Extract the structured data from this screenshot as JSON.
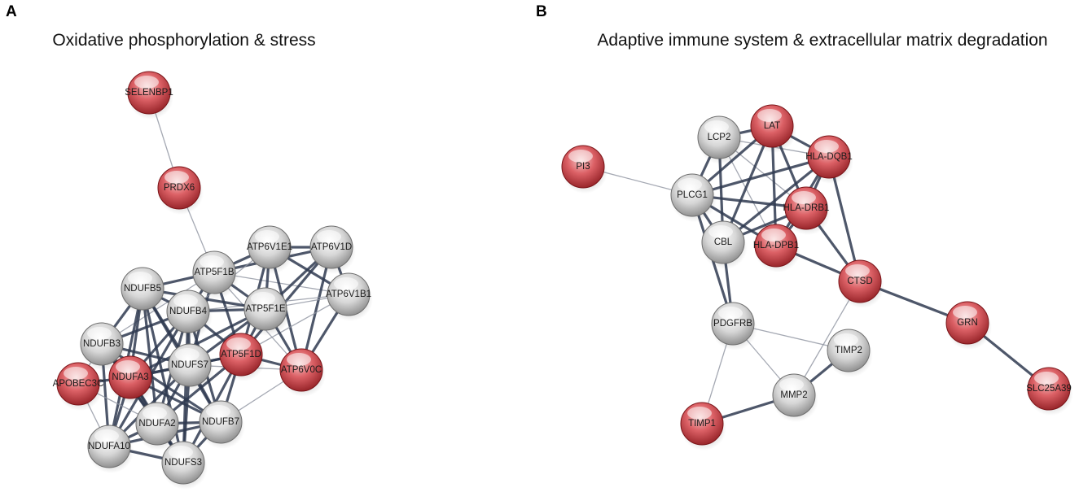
{
  "colors": {
    "highlighted": "#d9535a",
    "default": "#cfcfcf",
    "edge": "#2f3950"
  },
  "panels": [
    {
      "id": "A",
      "letter": "A",
      "title": "Oxidative phosphorylation & stress",
      "nodes": [
        {
          "id": "SELENBP1",
          "label": "SELENBP1",
          "highlighted": true
        },
        {
          "id": "PRDX6",
          "label": "PRDX6",
          "highlighted": true
        },
        {
          "id": "ATP6V1E1",
          "label": "ATP6V1E1",
          "highlighted": false
        },
        {
          "id": "ATP6V1D",
          "label": "ATP6V1D",
          "highlighted": false
        },
        {
          "id": "ATP5F1B",
          "label": "ATP5F1B",
          "highlighted": false
        },
        {
          "id": "NDUFB5",
          "label": "NDUFB5",
          "highlighted": false
        },
        {
          "id": "ATP6V1B1",
          "label": "ATP6V1B1",
          "highlighted": false
        },
        {
          "id": "NDUFB4",
          "label": "NDUFB4",
          "highlighted": false
        },
        {
          "id": "ATP5F1E",
          "label": "ATP5F1E",
          "highlighted": false
        },
        {
          "id": "NDUFB3",
          "label": "NDUFB3",
          "highlighted": false
        },
        {
          "id": "ATP5F1D",
          "label": "ATP5F1D",
          "highlighted": true
        },
        {
          "id": "ATP6V0C",
          "label": "ATP6V0C",
          "highlighted": true
        },
        {
          "id": "NDUFS7",
          "label": "NDUFS7",
          "highlighted": false
        },
        {
          "id": "APOBEC3C",
          "label": "APOBEC3C",
          "highlighted": true
        },
        {
          "id": "NDUFA3",
          "label": "NDUFA3",
          "highlighted": true
        },
        {
          "id": "NDUFA2",
          "label": "NDUFA2",
          "highlighted": false
        },
        {
          "id": "NDUFB7",
          "label": "NDUFB7",
          "highlighted": false
        },
        {
          "id": "NDUFA10",
          "label": "NDUFA10",
          "highlighted": false
        },
        {
          "id": "NDUFS3",
          "label": "NDUFS3",
          "highlighted": false
        }
      ],
      "edges": [
        {
          "source": "SELENBP1",
          "target": "PRDX6",
          "weight": "thin"
        },
        {
          "source": "PRDX6",
          "target": "ATP5F1B",
          "weight": "thin"
        },
        {
          "source": "ATP5F1B",
          "target": "ATP6V1E1",
          "weight": "thick"
        },
        {
          "source": "ATP5F1B",
          "target": "ATP6V1D",
          "weight": "thick"
        },
        {
          "source": "ATP5F1B",
          "target": "NDUFB5",
          "weight": "thick"
        },
        {
          "source": "ATP5F1B",
          "target": "NDUFB4",
          "weight": "thick"
        },
        {
          "source": "ATP5F1B",
          "target": "ATP5F1E",
          "weight": "thick"
        },
        {
          "source": "ATP5F1B",
          "target": "ATP5F1D",
          "weight": "thick"
        },
        {
          "source": "ATP5F1B",
          "target": "NDUFS7",
          "weight": "thick"
        },
        {
          "source": "ATP5F1B",
          "target": "NDUFB3",
          "weight": "thin"
        },
        {
          "source": "ATP5F1B",
          "target": "ATP6V1B1",
          "weight": "thin"
        },
        {
          "source": "ATP5F1B",
          "target": "ATP6V0C",
          "weight": "thin"
        },
        {
          "source": "ATP6V1E1",
          "target": "ATP6V1D",
          "weight": "thick"
        },
        {
          "source": "ATP6V1E1",
          "target": "ATP6V1B1",
          "weight": "thick"
        },
        {
          "source": "ATP6V1E1",
          "target": "ATP6V0C",
          "weight": "thick"
        },
        {
          "source": "ATP6V1E1",
          "target": "ATP5F1E",
          "weight": "thick"
        },
        {
          "source": "ATP6V1E1",
          "target": "ATP5F1D",
          "weight": "thick"
        },
        {
          "source": "ATP6V1E1",
          "target": "NDUFB4",
          "weight": "thin"
        },
        {
          "source": "ATP6V1D",
          "target": "ATP6V1B1",
          "weight": "thick"
        },
        {
          "source": "ATP6V1D",
          "target": "ATP6V0C",
          "weight": "thick"
        },
        {
          "source": "ATP6V1D",
          "target": "ATP5F1E",
          "weight": "thick"
        },
        {
          "source": "ATP6V1D",
          "target": "ATP5F1D",
          "weight": "thick"
        },
        {
          "source": "ATP6V1B1",
          "target": "ATP6V0C",
          "weight": "thick"
        },
        {
          "source": "ATP6V1B1",
          "target": "ATP5F1E",
          "weight": "thin"
        },
        {
          "source": "ATP6V1B1",
          "target": "ATP5F1D",
          "weight": "thin"
        },
        {
          "source": "ATP6V1B1",
          "target": "NDUFB4",
          "weight": "thin"
        },
        {
          "source": "ATP5F1E",
          "target": "ATP5F1D",
          "weight": "thick"
        },
        {
          "source": "ATP5F1E",
          "target": "ATP6V0C",
          "weight": "thick"
        },
        {
          "source": "ATP5F1E",
          "target": "NDUFB4",
          "weight": "thick"
        },
        {
          "source": "ATP5F1E",
          "target": "NDUFB5",
          "weight": "thick"
        },
        {
          "source": "ATP5F1E",
          "target": "NDUFS7",
          "weight": "thick"
        },
        {
          "source": "ATP5F1E",
          "target": "NDUFA3",
          "weight": "thick"
        },
        {
          "source": "ATP5F1D",
          "target": "ATP6V0C",
          "weight": "thick"
        },
        {
          "source": "ATP5F1D",
          "target": "NDUFS7",
          "weight": "thick"
        },
        {
          "source": "ATP5F1D",
          "target": "NDUFB4",
          "weight": "thick"
        },
        {
          "source": "ATP5F1D",
          "target": "NDUFA2",
          "weight": "thick"
        },
        {
          "source": "ATP5F1D",
          "target": "NDUFB7",
          "weight": "thick"
        },
        {
          "source": "ATP5F1D",
          "target": "NDUFA3",
          "weight": "thick"
        },
        {
          "source": "ATP5F1D",
          "target": "NDUFS3",
          "weight": "thick"
        },
        {
          "source": "ATP6V0C",
          "target": "NDUFB7",
          "weight": "thin"
        },
        {
          "source": "ATP6V0C",
          "target": "NDUFS7",
          "weight": "thin"
        },
        {
          "source": "NDUFB5",
          "target": "NDUFB4",
          "weight": "thick"
        },
        {
          "source": "NDUFB5",
          "target": "NDUFB3",
          "weight": "thick"
        },
        {
          "source": "NDUFB5",
          "target": "NDUFS7",
          "weight": "thick"
        },
        {
          "source": "NDUFB5",
          "target": "NDUFA3",
          "weight": "thick"
        },
        {
          "source": "NDUFB5",
          "target": "NDUFA2",
          "weight": "thick"
        },
        {
          "source": "NDUFB5",
          "target": "NDUFB7",
          "weight": "thick"
        },
        {
          "source": "NDUFB5",
          "target": "NDUFA10",
          "weight": "thick"
        },
        {
          "source": "NDUFB5",
          "target": "NDUFS3",
          "weight": "thick"
        },
        {
          "source": "NDUFB4",
          "target": "NDUFB3",
          "weight": "thick"
        },
        {
          "source": "NDUFB4",
          "target": "NDUFS7",
          "weight": "thick"
        },
        {
          "source": "NDUFB4",
          "target": "NDUFA3",
          "weight": "thick"
        },
        {
          "source": "NDUFB4",
          "target": "NDUFA2",
          "weight": "thick"
        },
        {
          "source": "NDUFB4",
          "target": "NDUFB7",
          "weight": "thick"
        },
        {
          "source": "NDUFB4",
          "target": "NDUFA10",
          "weight": "thick"
        },
        {
          "source": "NDUFB4",
          "target": "NDUFS3",
          "weight": "thick"
        },
        {
          "source": "NDUFB3",
          "target": "NDUFS7",
          "weight": "thick"
        },
        {
          "source": "NDUFB3",
          "target": "NDUFA3",
          "weight": "thick"
        },
        {
          "source": "NDUFB3",
          "target": "NDUFA2",
          "weight": "thick"
        },
        {
          "source": "NDUFB3",
          "target": "NDUFB7",
          "weight": "thick"
        },
        {
          "source": "NDUFB3",
          "target": "NDUFA10",
          "weight": "thick"
        },
        {
          "source": "NDUFB3",
          "target": "NDUFS3",
          "weight": "thick"
        },
        {
          "source": "NDUFB3",
          "target": "APOBEC3C",
          "weight": "thin"
        },
        {
          "source": "NDUFS7",
          "target": "NDUFA3",
          "weight": "thick"
        },
        {
          "source": "NDUFS7",
          "target": "NDUFA2",
          "weight": "thick"
        },
        {
          "source": "NDUFS7",
          "target": "NDUFB7",
          "weight": "thick"
        },
        {
          "source": "NDUFS7",
          "target": "NDUFA10",
          "weight": "thick"
        },
        {
          "source": "NDUFS7",
          "target": "NDUFS3",
          "weight": "thick"
        },
        {
          "source": "NDUFA3",
          "target": "APOBEC3C",
          "weight": "thick"
        },
        {
          "source": "NDUFA3",
          "target": "NDUFA2",
          "weight": "thick"
        },
        {
          "source": "NDUFA3",
          "target": "NDUFB7",
          "weight": "thick"
        },
        {
          "source": "NDUFA3",
          "target": "NDUFA10",
          "weight": "thick"
        },
        {
          "source": "NDUFA3",
          "target": "NDUFS3",
          "weight": "thick"
        },
        {
          "source": "APOBEC3C",
          "target": "NDUFA10",
          "weight": "thin"
        },
        {
          "source": "APOBEC3C",
          "target": "NDUFA2",
          "weight": "thin"
        },
        {
          "source": "NDUFA2",
          "target": "NDUFB7",
          "weight": "thick"
        },
        {
          "source": "NDUFA2",
          "target": "NDUFA10",
          "weight": "thick"
        },
        {
          "source": "NDUFA2",
          "target": "NDUFS3",
          "weight": "thick"
        },
        {
          "source": "NDUFB7",
          "target": "NDUFA10",
          "weight": "thick"
        },
        {
          "source": "NDUFB7",
          "target": "NDUFS3",
          "weight": "thick"
        },
        {
          "source": "NDUFA10",
          "target": "NDUFS3",
          "weight": "thick"
        }
      ]
    },
    {
      "id": "B",
      "letter": "B",
      "title": "Adaptive immune system & extracellular matrix degradation",
      "nodes": [
        {
          "id": "PI3",
          "label": "PI3",
          "highlighted": true
        },
        {
          "id": "LCP2",
          "label": "LCP2",
          "highlighted": false
        },
        {
          "id": "LAT",
          "label": "LAT",
          "highlighted": true
        },
        {
          "id": "HLA-DQB1",
          "label": "HLA-DQB1",
          "highlighted": true
        },
        {
          "id": "PLCG1",
          "label": "PLCG1",
          "highlighted": false
        },
        {
          "id": "HLA-DRB1",
          "label": "HLA-DRB1",
          "highlighted": true
        },
        {
          "id": "CBL",
          "label": "CBL",
          "highlighted": false
        },
        {
          "id": "HLA-DPB1",
          "label": "HLA-DPB1",
          "highlighted": true
        },
        {
          "id": "CTSD",
          "label": "CTSD",
          "highlighted": true
        },
        {
          "id": "GRN",
          "label": "GRN",
          "highlighted": true
        },
        {
          "id": "PDGFRB",
          "label": "PDGFRB",
          "highlighted": false
        },
        {
          "id": "TIMP2",
          "label": "TIMP2",
          "highlighted": false
        },
        {
          "id": "MMP2",
          "label": "MMP2",
          "highlighted": false
        },
        {
          "id": "SLC25A39",
          "label": "SLC25A39",
          "highlighted": true
        },
        {
          "id": "TIMP1",
          "label": "TIMP1",
          "highlighted": true
        }
      ],
      "edges": [
        {
          "source": "PI3",
          "target": "PLCG1",
          "weight": "thin"
        },
        {
          "source": "LCP2",
          "target": "LAT",
          "weight": "thick"
        },
        {
          "source": "LCP2",
          "target": "PLCG1",
          "weight": "thick"
        },
        {
          "source": "LCP2",
          "target": "CBL",
          "weight": "thick"
        },
        {
          "source": "LCP2",
          "target": "HLA-DQB1",
          "weight": "thin"
        },
        {
          "source": "LCP2",
          "target": "HLA-DRB1",
          "weight": "thin"
        },
        {
          "source": "LCP2",
          "target": "HLA-DPB1",
          "weight": "thin"
        },
        {
          "source": "LAT",
          "target": "PLCG1",
          "weight": "thick"
        },
        {
          "source": "LAT",
          "target": "CBL",
          "weight": "thick"
        },
        {
          "source": "LAT",
          "target": "HLA-DQB1",
          "weight": "thick"
        },
        {
          "source": "LAT",
          "target": "HLA-DRB1",
          "weight": "thick"
        },
        {
          "source": "LAT",
          "target": "HLA-DPB1",
          "weight": "thick"
        },
        {
          "source": "PLCG1",
          "target": "CBL",
          "weight": "thick"
        },
        {
          "source": "PLCG1",
          "target": "HLA-DQB1",
          "weight": "thick"
        },
        {
          "source": "PLCG1",
          "target": "HLA-DRB1",
          "weight": "thick"
        },
        {
          "source": "PLCG1",
          "target": "HLA-DPB1",
          "weight": "thick"
        },
        {
          "source": "PLCG1",
          "target": "PDGFRB",
          "weight": "thick"
        },
        {
          "source": "CBL",
          "target": "HLA-DQB1",
          "weight": "thick"
        },
        {
          "source": "CBL",
          "target": "HLA-DRB1",
          "weight": "thick"
        },
        {
          "source": "CBL",
          "target": "PDGFRB",
          "weight": "thick"
        },
        {
          "source": "HLA-DQB1",
          "target": "HLA-DRB1",
          "weight": "thick"
        },
        {
          "source": "HLA-DQB1",
          "target": "HLA-DPB1",
          "weight": "thick"
        },
        {
          "source": "HLA-DQB1",
          "target": "CTSD",
          "weight": "thick"
        },
        {
          "source": "HLA-DRB1",
          "target": "HLA-DPB1",
          "weight": "thick"
        },
        {
          "source": "HLA-DRB1",
          "target": "CTSD",
          "weight": "thick"
        },
        {
          "source": "HLA-DPB1",
          "target": "CTSD",
          "weight": "thick"
        },
        {
          "source": "CTSD",
          "target": "GRN",
          "weight": "thick"
        },
        {
          "source": "CTSD",
          "target": "MMP2",
          "weight": "thin"
        },
        {
          "source": "GRN",
          "target": "SLC25A39",
          "weight": "thick"
        },
        {
          "source": "PDGFRB",
          "target": "TIMP2",
          "weight": "thin"
        },
        {
          "source": "PDGFRB",
          "target": "MMP2",
          "weight": "thin"
        },
        {
          "source": "PDGFRB",
          "target": "TIMP1",
          "weight": "thin"
        },
        {
          "source": "TIMP2",
          "target": "MMP2",
          "weight": "thick"
        },
        {
          "source": "MMP2",
          "target": "TIMP1",
          "weight": "thick"
        }
      ]
    }
  ]
}
